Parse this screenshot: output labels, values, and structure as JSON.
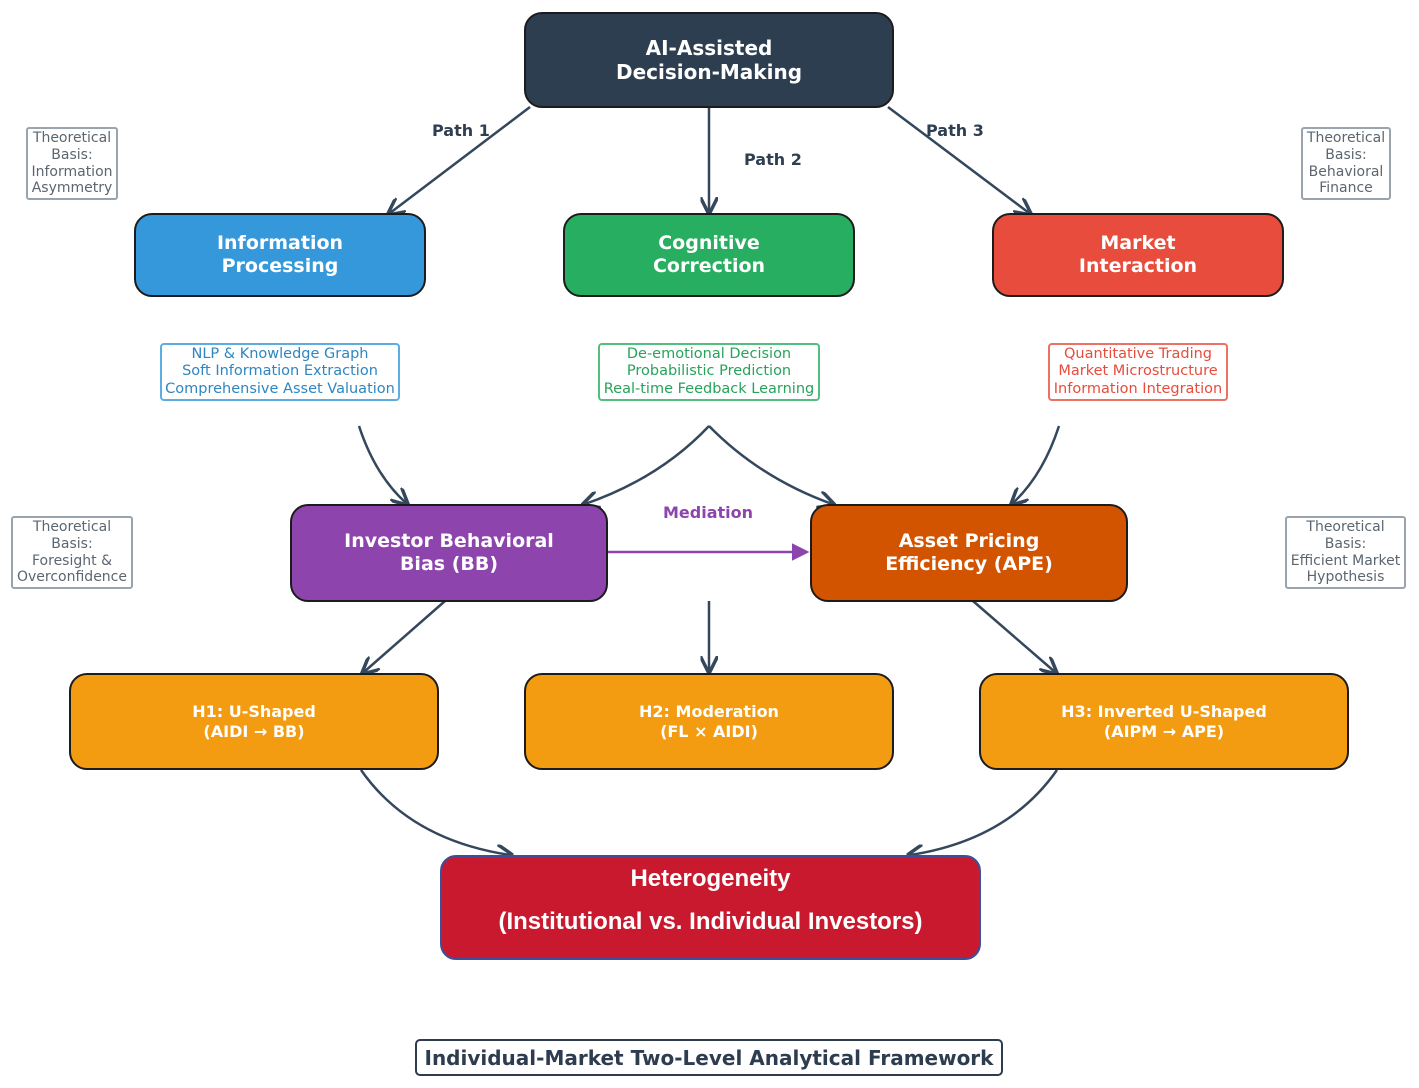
{
  "colors": {
    "arrow": "#34475c",
    "top": "#2c3e50",
    "info": "#3498db",
    "cognitive": "#27ae60",
    "market": "#e74c3c",
    "bias": "#8e44ad",
    "ape": "#d35400",
    "hyp": "#f39c12",
    "hetero": "#c8192e"
  },
  "top_node": {
    "line1": "AI-Assisted",
    "line2": "Decision-Making"
  },
  "paths": {
    "p1": "Path 1",
    "p2": "Path 2",
    "p3": "Path 3"
  },
  "channels": {
    "info": {
      "line1": "Information",
      "line2": "Processing",
      "details": [
        "NLP & Knowledge Graph",
        "Soft Information Extraction",
        "Comprehensive Asset Valuation"
      ]
    },
    "cognitive": {
      "line1": "Cognitive",
      "line2": "Correction",
      "details": [
        "De-emotional Decision",
        "Probabilistic Prediction",
        "Real-time Feedback Learning"
      ]
    },
    "market": {
      "line1": "Market",
      "line2": "Interaction",
      "details": [
        "Quantitative Trading",
        "Market Microstructure",
        "Information Integration"
      ]
    }
  },
  "theory": {
    "info_asym": [
      "Theoretical",
      "Basis:",
      "Information",
      "Asymmetry"
    ],
    "behavioral": [
      "Theoretical",
      "Basis:",
      "Behavioral",
      "Finance"
    ],
    "foresight": [
      "Theoretical",
      "Basis:",
      "Foresight &",
      "Overconfidence"
    ],
    "emh": [
      "Theoretical",
      "Basis:",
      "Efficient Market",
      "Hypothesis"
    ]
  },
  "mediators": {
    "bias": {
      "line1": "Investor Behavioral",
      "line2": "Bias (BB)"
    },
    "ape": {
      "line1": "Asset Pricing",
      "line2": "Efficiency (APE)"
    },
    "mediation_label": "Mediation"
  },
  "hypotheses": {
    "h1": {
      "line1": "H1: U-Shaped",
      "line2": "(AIDI → BB)"
    },
    "h2": {
      "line1": "H2: Moderation",
      "line2": "(FL × AIDI)"
    },
    "h3": {
      "line1": "H3: Inverted U-Shaped",
      "line2": "(AIPM → APE)"
    }
  },
  "heterogeneity": {
    "line1": "Heterogeneity",
    "line2": "(Institutional vs. Individual Investors)"
  },
  "framework_title": "Individual-Market Two-Level Analytical Framework"
}
